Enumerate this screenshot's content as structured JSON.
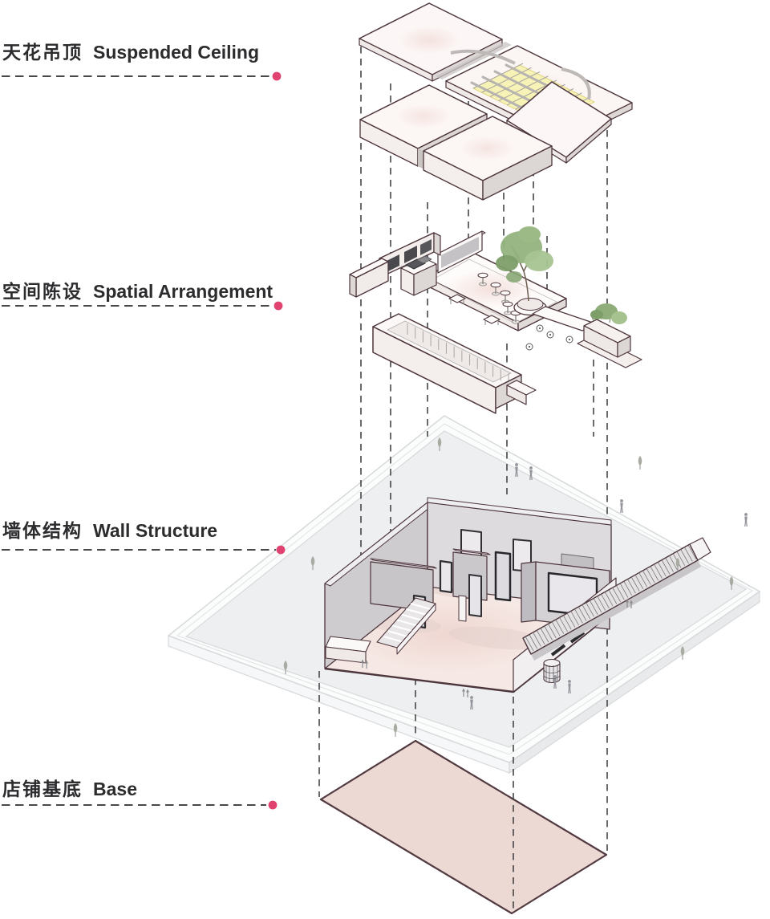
{
  "diagram": {
    "type": "exploded-axonometric-architecture",
    "layers": [
      {
        "id": "suspended-ceiling",
        "zh": "天花吊顶",
        "en": "Suspended Ceiling"
      },
      {
        "id": "spatial-arrangement",
        "zh": "空间陈设",
        "en": "Spatial Arrangement"
      },
      {
        "id": "wall-structure",
        "zh": "墙体结构",
        "en": "Wall Structure"
      },
      {
        "id": "base",
        "zh": "店铺基底",
        "en": "Base"
      }
    ]
  },
  "colors": {
    "background": "#ffffff",
    "label_text": "#2c2c2e",
    "leader_line": "#48484a",
    "leader_dot": "#e0436f",
    "connector_line": "#454547",
    "model_outline": "#4d353c",
    "ceiling_panel": "#fbf5f4",
    "skylight_yellow": "#f7f2b6",
    "foliage_green": "#93b27e",
    "floor_plate": "#edeff1",
    "floor_pink": "#f6e9e5",
    "wall_gray": "#d2cfd3",
    "base_slab": "#edd9d4"
  }
}
